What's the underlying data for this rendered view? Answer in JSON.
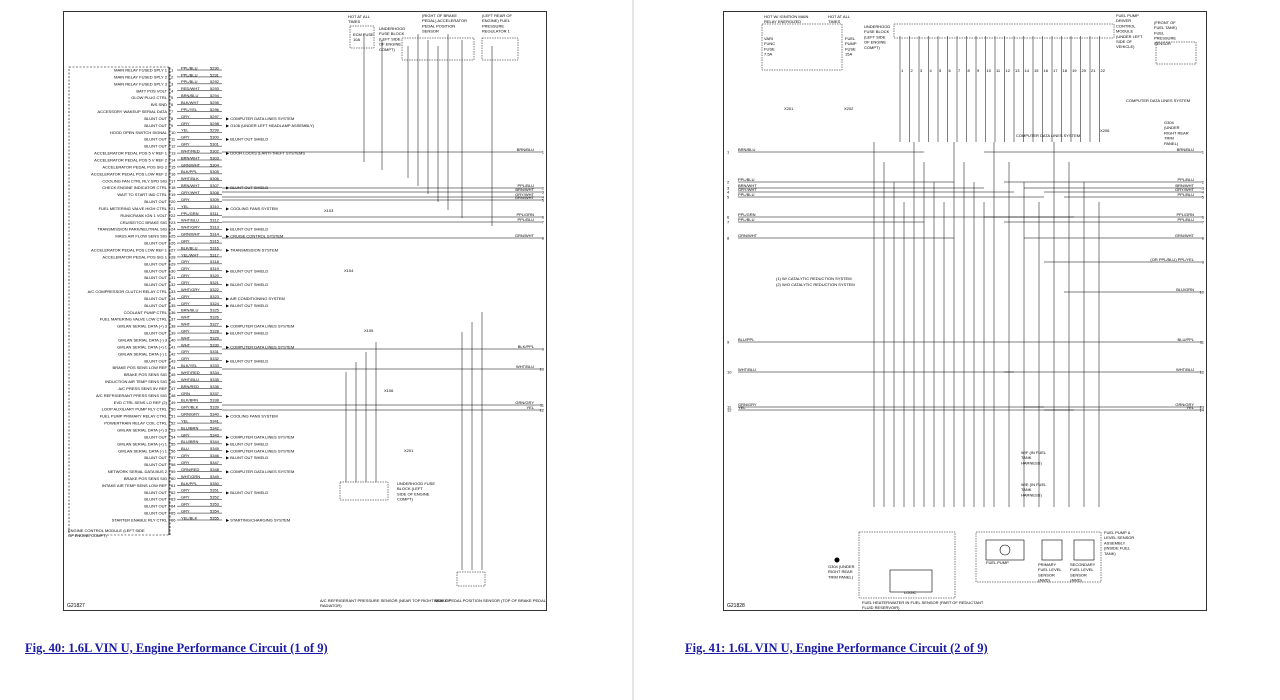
{
  "figures": [
    {
      "caption": "Fig. 40: 1.6L VIN U, Engine Performance Circuit (1 of 9)",
      "figure_code": "G21827",
      "top_labels": [
        "HOT AT ALL TIMES",
        "UNDERHOOD FUSE BLOCK (LEFT SIDE OF ENGINE COMPT)",
        "(RIGHT OF BRAKE PEDAL) ACCELERATOR PEDAL POSITION SENSOR",
        "(LEFT REAR OF ENGINE) FUEL PRESSURE REGULATOR 1"
      ],
      "fuse_label": "ECM FUSE 10A",
      "pin_labels": [
        "MAIN RELAY FUSED SPLY 1",
        "MAIN RELAY FUSED SPLY 2",
        "MAIN RELAY FUSED SPLY 3",
        "BATT POS VOLT",
        "GLOW PLUG CTRL",
        "B/S SND",
        "ACCESSORY WAKEUP SERIAL DATA",
        "BLUNT OUT",
        "BLUNT OUT",
        "HOOD OPEN SWITCH SIGNAL",
        "BLUNT OUT",
        "BLUNT OUT",
        "ACCELERATOR PEDAL POS 5 V REF 1",
        "ACCELERATOR PEDAL POS 5 V REF 2",
        "ACCELERATOR PEDAL POS SIG 2",
        "ACCELERATOR PEDAL POS LOW REF 2",
        "COOLING FAN CTRL RLY SPD SIG",
        "CHECK ENGINE INDICATOR CTRL",
        "WAIT TO START IND CTRL",
        "BLUNT OUT",
        "FUEL METERING VALVE HIGH CTRL",
        "RUN/CRANK IGN 1 VOLT",
        "CRUISE/TCC BRAKE SIG",
        "TRANSMISSION PARK/NEUTRAL SIG",
        "MASS AIR FLOW SENS SIG",
        "BLUNT OUT",
        "ACCELERATOR PEDAL POS LOW REF 1",
        "ACCELERATOR PEDAL POS SIG 1",
        "BLUNT OUT",
        "BLUNT OUT",
        "BLUNT OUT",
        "BLUNT OUT",
        "A/C COMPRESSOR CLUTCH RELAY CTRL",
        "BLUNT OUT",
        "BLUNT OUT",
        "COOLANT PUMP CTRL",
        "FUEL MATERING VALVE LOW CTRL",
        "GMLAN SERIAL DATA (+) 3",
        "BLUNT OUT",
        "GMLAN SERIAL DATA (-) 3",
        "GMLAN SERIAL DATA (+) 1",
        "GMLAN SERIAL DATA (-) 1",
        "BLUNT OUT",
        "BRAKE POS SENS LOW REF",
        "BRAKE POS SENS SIG",
        "INDUCTION AIR TEMP SENS SIG",
        "A/C PRESS SENS 5V REF",
        "A/C REFRIGERANT PRESS SENS SIG",
        "EVD CTRL SENS LO REF (2)",
        "LOOP AUXILIARY PUMP RLY CTRL",
        "FUEL PUMP PRIMARY RELAY CTRL",
        "POWERTRAIN RELAY COIL CTRL",
        "GMLAN SERIAL DATA (+) 3",
        "BLUNT OUT",
        "GMLAN SERIAL DATA (+) 1",
        "GMLAN SERIAL DATA (-) 1",
        "BLUNT OUT",
        "BLUNT OUT",
        "NETWORK SERIAL DATA BUS 2",
        "BRAKE POS SENS SIG",
        "INTAKE AIR TEMP SENS LOW REF",
        "BLUNT OUT",
        "BLUNT OUT",
        "BLUNT OUT",
        "BLUNT OUT",
        "STARTER ENABLE RLY CTRL"
      ],
      "wire_labels": [
        "PPL/BLU",
        "PPL/BLU",
        "PPL/BLU",
        "RED/WHT",
        "BRN/BLU",
        "BLK/WHT",
        "PPL/YEL",
        "GRY",
        "GRY",
        "YEL",
        "GRY",
        "GRY",
        "WHT/RED",
        "BRN/WHT",
        "GRN/WHT",
        "BLK/PPL",
        "WHT/BLK",
        "BRN/WHT",
        "GRY/WHT",
        "GRY",
        "YEL",
        "PPL/GRN",
        "WHT/BLU",
        "WHT/GRY",
        "GRN/WHT",
        "GRY",
        "BLK/BLU",
        "YEL/WHT",
        "GRY",
        "GRY",
        "GRY",
        "GRY",
        "WHT/GRY",
        "GRY",
        "GRY",
        "BRN/BLU",
        "WHT",
        "WHT",
        "GRY",
        "WHT",
        "WHT",
        "GRY",
        "GRY",
        "BLK/YEL",
        "WHT/RED",
        "WHT/BLU",
        "BRN/RED",
        "GRN",
        "BLK/BRN",
        "GRY/BLK",
        "GRN/GRY",
        "YEL",
        "BLU/BRN",
        "GRY",
        "BLU/BRN",
        "BLU",
        "GRY",
        "GRY",
        "GRN/RED",
        "WHT/GRN",
        "BLK/PPL",
        "GRY",
        "GRY",
        "GRY",
        "GRY",
        "YEL/BLK"
      ],
      "callouts": [
        "COMPUTER DATA LINES SYSTEM",
        "G106 (UNDER LEFT HEADLAMP ASSEMBLY)",
        "BLUNT OUT SHIELD",
        "DOOR LOCKS & ANTI-THEFT SYSTEMS",
        "BLUNT OUT SHIELD",
        "COOLING FANS SYSTEM",
        "BLUNT OUT SHIELD",
        "CRUISE CONTROL SYSTEM",
        "TRANSMISSION SYSTEM",
        "BLUNT OUT SHIELD",
        "BLUNT OUT SHIELD",
        "AIR CONDITIONING SYSTEM",
        "BLUNT OUT SHIELD",
        "COMPUTER DATA LINES SYSTEM",
        "BLUNT OUT SHIELD",
        "COMPUTER DATA LINES SYSTEM",
        "BLUNT OUT SHIELD",
        "COOLING FANS SYSTEM",
        "COMPUTER DATA LINES SYSTEM",
        "BLUNT OUT SHIELD",
        "COMPUTER DATA LINES SYSTEM",
        "BLUNT OUT SHIELD",
        "COMPUTER DATA LINES SYSTEM",
        "BLUNT OUT SHIELD",
        "STARTING/CHARGING SYSTEM"
      ],
      "module_label": "ENGINE CONTROL MODULE (LEFT SIDE OF ENGINE COMPT)",
      "bottom_labels": [
        "A/C REFRIGERANT PRESSURE SENSOR (NEAR TOP RIGHT SIDE OF RADIATOR)",
        "BRAKE PEDAL POSITION SENSOR (TOP OF BRAKE PEDAL ASSEMBLY)",
        "UNDERHOOD FUSE BLOCK (LEFT SIDE OF ENGINE COMPT)"
      ],
      "right_edge_labels": [
        "BRN/BLU",
        "PPL/BLU",
        "BRN/WHT",
        "GRY/WHT",
        "GRN/WHT",
        "PPL/GRN",
        "PPL/BLU",
        "GRN/WHT",
        "BLK/PPL",
        "WHT/BLU",
        "GRN/GRY",
        "YEL"
      ],
      "connector_ids": [
        "X103",
        "X104",
        "X105",
        "X106",
        "X201"
      ]
    },
    {
      "caption": "Fig. 41: 1.6L VIN U, Engine Performance Circuit (2 of 9)",
      "figure_code": "G21828",
      "top_labels": [
        "HOT W/ IGNITION MAIN RELAY ENERGIZED",
        "HOT AT ALL TIMES",
        "UNDERHOOD FUSE BLOCK (LEFT SIDE OF ENGINE COMPT)",
        "FUEL PUMP DRIVER CONTROL MODULE (UNDER LEFT SIDE OF VEHICLE)",
        "(FRONT OF FUEL TANK) FUEL PRESSURE SENSOR"
      ],
      "fuse_labels": [
        "VARI FUNC FUSE 7.5A",
        "FUEL PUMP FUSE 15A"
      ],
      "legend": [
        "W/ CATALYTIC REDUCTION SYSTEM",
        "W/O CATALYTIC REDUCTION SYSTEM"
      ],
      "left_wire_labels": [
        "BRN/BLU",
        "PPL/BLU",
        "BRN/WHT",
        "GRY/WHT",
        "PPL/BLU",
        "PPL/GRN",
        "PPL/BLU",
        "GRN/WHT",
        "BLU/PPL",
        "WHT/BLU",
        "GRN/GRY",
        "YEL"
      ],
      "right_wire_labels": [
        "BRN/BLU",
        "PPL/BLU",
        "BRN/WHT",
        "GRY/WHT",
        "PPL/BLU",
        "PPL/GRN",
        "PPL/BLU",
        "GRN/WHT",
        "(OR PPL/BLU) PPL/YEL",
        "BLU/GRN",
        "BLU/PPL",
        "WHT/BLU",
        "GRN/GRY",
        "YEL"
      ],
      "callouts": [
        "COMPUTER DATA LINES SYSTEM",
        "COMPUTER DATA LINES SYSTEM",
        "G304 (UNDER RIGHT REAR TRIM PANEL)",
        "X201",
        "X202",
        "X206"
      ],
      "harness_notes": [
        "W/F (IN FUEL TANK HARNESS)",
        "W/E (IN FUEL TANK HARNESS)"
      ],
      "bottom_labels": [
        "G304 (UNDER RIGHT REAR TRIM PANEL)",
        "FUEL HEATER/WATER IN FUEL SENSOR (PART OF REDUCTANT FLUID RESERVOIR)",
        "FUEL PUMP",
        "PRIMARY FUEL LEVEL SENSOR (AWD)",
        "SECONDARY FUEL LEVEL SENSOR (AWD)",
        "FUEL PUMP & LEVEL SENSOR ASSEMBLY (INSIDE FUEL TANK)",
        "LOGIC"
      ]
    }
  ]
}
